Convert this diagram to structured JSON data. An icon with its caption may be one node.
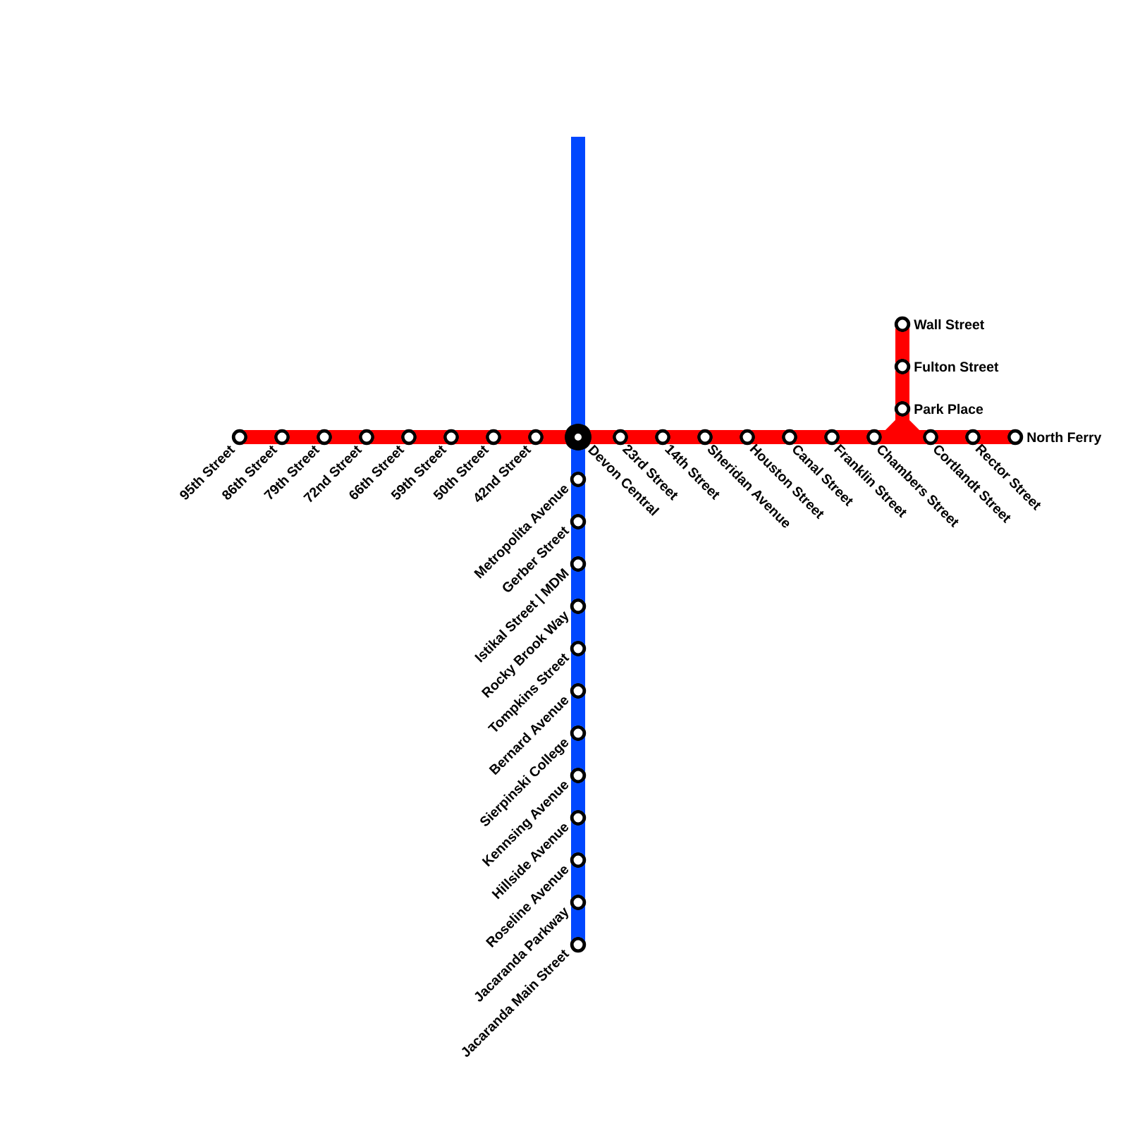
{
  "diagram": {
    "nodes": [
      {
        "text": [
          "95th Street"
        ]
      },
      {
        "text": [
          "86th Street"
        ]
      },
      {
        "text": [
          "79th Street"
        ]
      },
      {
        "text": [
          "72nd Street"
        ]
      },
      {
        "text": [
          "66th Street"
        ]
      },
      {
        "text": [
          "59th Street"
        ]
      },
      {
        "text": [
          "50th Street"
        ]
      },
      {
        "text": [
          "42nd Street"
        ]
      },
      {
        "text": [
          "Devon Central"
        ]
      },
      {
        "text": [
          "23rd Street"
        ]
      },
      {
        "text": [
          "14th Street"
        ]
      },
      {
        "text": [
          "Sheridan Avenue"
        ]
      },
      {
        "text": [
          "Houston Street"
        ]
      },
      {
        "text": [
          "Canal Street"
        ]
      },
      {
        "text": [
          "Franklin Street"
        ]
      },
      {
        "text": [
          "Chambers Street"
        ]
      },
      {
        "text": [
          "Cortlandt Street"
        ]
      },
      {
        "text": [
          "Rector Street"
        ]
      },
      {
        "text": [
          "North Ferry"
        ]
      },
      {
        "text": [
          "Wall Street"
        ]
      },
      {
        "text": [
          "Fulton Street"
        ]
      },
      {
        "text": [
          "Park Place"
        ]
      },
      {
        "text": [
          "Metropolita Avenue"
        ]
      },
      {
        "text": [
          "Gerber Street"
        ]
      },
      {
        "text": [
          "Istikal Street | MDM"
        ]
      },
      {
        "text": [
          "Rocky Brook Way"
        ]
      },
      {
        "text": [
          "Tompkins Street"
        ]
      },
      {
        "text": [
          "Bernard Avenue"
        ]
      },
      {
        "text": [
          "Sierpinski College"
        ]
      },
      {
        "text": [
          "Kennsing Avenue"
        ]
      },
      {
        "text": [
          "Hillside Avenue"
        ]
      },
      {
        "text": [
          "Roseline Avenue"
        ]
      },
      {
        "text": [
          "Jacaranda Parkway"
        ]
      },
      {
        "text": [
          "Jacaranda Main Street"
        ]
      }
    ],
    "edges": [
      {
        "from": 0,
        "to": 1,
        "arrow": "none"
      },
      {
        "from": 1,
        "to": 2,
        "arrow": "none"
      },
      {
        "from": 2,
        "to": 3,
        "arrow": "none"
      },
      {
        "from": 3,
        "to": 4,
        "arrow": "none"
      },
      {
        "from": 4,
        "to": 5,
        "arrow": "none"
      },
      {
        "from": 5,
        "to": 6,
        "arrow": "none"
      },
      {
        "from": 6,
        "to": 7,
        "arrow": "none"
      },
      {
        "from": 7,
        "to": 8,
        "arrow": "none"
      },
      {
        "from": 8,
        "to": 9,
        "arrow": "none"
      },
      {
        "from": 9,
        "to": 10,
        "arrow": "none"
      },
      {
        "from": 10,
        "to": 11,
        "arrow": "none"
      },
      {
        "from": 11,
        "to": 12,
        "arrow": "none"
      },
      {
        "from": 12,
        "to": 13,
        "arrow": "none"
      },
      {
        "from": 13,
        "to": 14,
        "arrow": "none"
      },
      {
        "from": 14,
        "to": 15,
        "arrow": "none"
      },
      {
        "from": 15,
        "to": 16,
        "arrow": "none"
      },
      {
        "from": 16,
        "to": 17,
        "arrow": "none"
      },
      {
        "from": 17,
        "to": 18,
        "arrow": "none"
      },
      {
        "from": 19,
        "to": 20,
        "arrow": "none"
      },
      {
        "from": 20,
        "to": 21,
        "arrow": "none"
      },
      {
        "from": 21,
        "to": 15,
        "arrow": "none"
      },
      {
        "from": 21,
        "to": 16,
        "arrow": "none"
      },
      {
        "from": null,
        "to": 8,
        "arrow": "none",
        "color": "#0047ff"
      },
      {
        "from": 8,
        "to": 22,
        "arrow": "none",
        "color": "#0047ff"
      },
      {
        "from": 22,
        "to": 23,
        "arrow": "none",
        "color": "#0047ff"
      },
      {
        "from": 23,
        "to": 24,
        "arrow": "none",
        "color": "#0047ff"
      },
      {
        "from": 24,
        "to": 25,
        "arrow": "none",
        "color": "#0047ff"
      },
      {
        "from": 25,
        "to": 26,
        "arrow": "none",
        "color": "#0047ff"
      },
      {
        "from": 26,
        "to": 27,
        "arrow": "none",
        "color": "#0047ff"
      },
      {
        "from": 27,
        "to": 28,
        "arrow": "none",
        "color": "#0047ff"
      },
      {
        "from": 28,
        "to": 29,
        "arrow": "none",
        "color": "#0047ff"
      },
      {
        "from": 29,
        "to": 30,
        "arrow": "none",
        "color": "#0047ff"
      },
      {
        "from": 30,
        "to": 31,
        "arrow": "none",
        "color": "#0047ff"
      },
      {
        "from": 31,
        "to": 32,
        "arrow": "none",
        "color": "#0047ff"
      },
      {
        "from": 32,
        "to": 33,
        "arrow": "none",
        "color": "#0047ff"
      }
    ]
  }
}
